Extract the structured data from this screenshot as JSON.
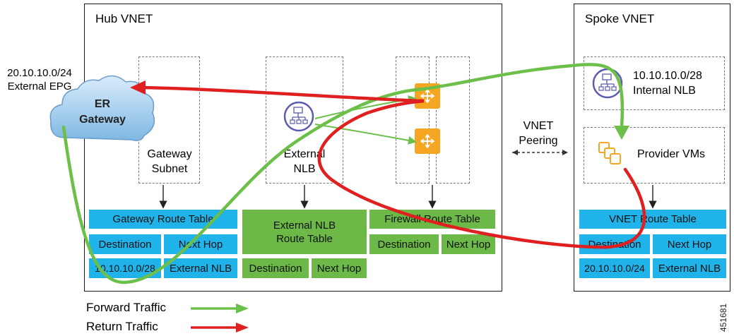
{
  "hub": {
    "title": "Hub VNET",
    "gateway_subnet": "Gateway\nSubnet",
    "external_nlb": "External\nNLB",
    "gateway_route_table": {
      "title": "Gateway Route Table",
      "destination": "Destination",
      "next_hop": "Next Hop",
      "dest_value": "10.10.10.0/28",
      "hop_value": "External NLB"
    },
    "external_nlb_route_table": {
      "title": "External NLB\nRoute Table",
      "destination": "Destination",
      "next_hop": "Next Hop"
    },
    "firewall_route_table": {
      "title": "Firewall Route Table",
      "destination": "Destination",
      "next_hop": "Next Hop"
    }
  },
  "spoke": {
    "title": "Spoke VNET",
    "internal_nlb": "10.10.10.0/28\nInternal NLB",
    "provider_vms": "Provider VMs",
    "vnet_route_table": {
      "title": "VNET Route Table",
      "destination": "Destination",
      "next_hop": "Next Hop",
      "dest_value": "20.10.10.0/24",
      "hop_value": "External NLB"
    }
  },
  "external_epg": "20.10.10.0/24\nExternal EPG",
  "er_gateway": "ER\nGateway",
  "vnet_peering": "VNET\nPeering",
  "legend": {
    "forward": "Forward Traffic",
    "return": "Return Traffic"
  },
  "figure_id": "451681",
  "colors": {
    "forward": "#6cc04a",
    "return": "#e02020",
    "table_blue": "#1fb3e9",
    "table_green": "#6cb947",
    "firewall_orange": "#f5a623",
    "nlb_purple": "#5b5bb0"
  }
}
